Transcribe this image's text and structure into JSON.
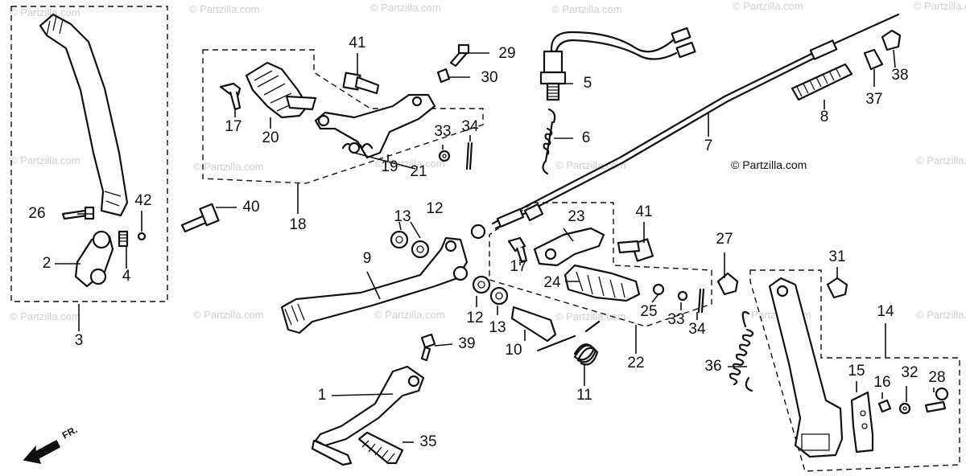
{
  "watermark": "© Partzilla.com",
  "copyright": "© Partzilla.com",
  "direction_label": "FR.",
  "callouts": [
    "1",
    "2",
    "3",
    "4",
    "5",
    "6",
    "7",
    "8",
    "9",
    "10",
    "11",
    "12",
    "12",
    "13",
    "13",
    "14",
    "15",
    "16",
    "17",
    "17",
    "18",
    "19",
    "20",
    "21",
    "22",
    "23",
    "24",
    "25",
    "26",
    "27",
    "28",
    "29",
    "30",
    "31",
    "32",
    "33",
    "33",
    "34",
    "34",
    "35",
    "36",
    "37",
    "38",
    "39",
    "40",
    "41",
    "41",
    "42"
  ],
  "colors": {
    "ink": "#111111",
    "watermark": "#cfcfcf",
    "background": "#ffffff"
  }
}
